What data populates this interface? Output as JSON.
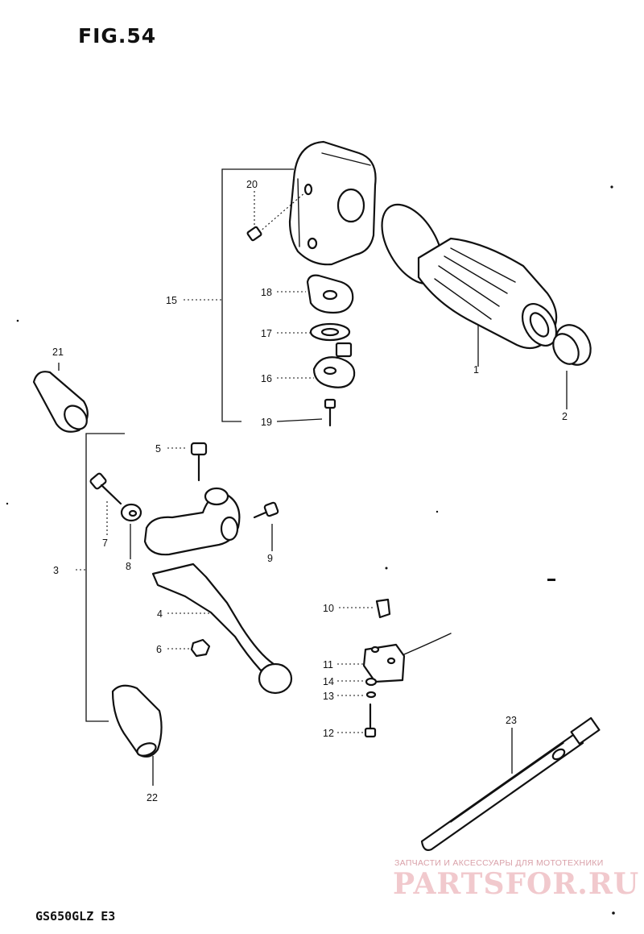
{
  "figure": {
    "title": "FIG.54",
    "model": "GS650GLZ E3"
  },
  "watermark": {
    "caption": "ЗАПЧАСТИ И АКСЕССУАРЫ ДЛЯ МОТОТЕХНИКИ",
    "logo": "PARTSFOR.RU"
  },
  "callouts": [
    {
      "id": "1",
      "label": "1",
      "part": "grip"
    },
    {
      "id": "2",
      "label": "2",
      "part": "grip-end-cap"
    },
    {
      "id": "3",
      "label": "3",
      "part": "clutch-lever-assembly"
    },
    {
      "id": "4",
      "label": "4",
      "part": "clutch-lever"
    },
    {
      "id": "5",
      "label": "5",
      "part": "lever-bolt"
    },
    {
      "id": "6",
      "label": "6",
      "part": "lever-nut"
    },
    {
      "id": "7",
      "label": "7",
      "part": "holder-bolt"
    },
    {
      "id": "8",
      "label": "8",
      "part": "adjuster-nut"
    },
    {
      "id": "9",
      "label": "9",
      "part": "clamp-screw"
    },
    {
      "id": "10",
      "label": "10",
      "part": "switch-clip"
    },
    {
      "id": "11",
      "label": "11",
      "part": "clutch-switch"
    },
    {
      "id": "12",
      "label": "12",
      "part": "switch-screw"
    },
    {
      "id": "13",
      "label": "13",
      "part": "lock-washer"
    },
    {
      "id": "14",
      "label": "14",
      "part": "washer"
    },
    {
      "id": "15",
      "label": "15",
      "part": "switch-housing-assembly"
    },
    {
      "id": "16",
      "label": "16",
      "part": "cable-guide"
    },
    {
      "id": "17",
      "label": "17",
      "part": "washer-ring"
    },
    {
      "id": "18",
      "label": "18",
      "part": "cable-adjuster"
    },
    {
      "id": "19",
      "label": "19",
      "part": "adjuster-screw"
    },
    {
      "id": "20",
      "label": "20",
      "part": "housing-screw"
    },
    {
      "id": "21",
      "label": "21",
      "part": "boot"
    },
    {
      "id": "22",
      "label": "22",
      "part": "lever-cover"
    },
    {
      "id": "23",
      "label": "23",
      "part": "cable-tie"
    }
  ]
}
